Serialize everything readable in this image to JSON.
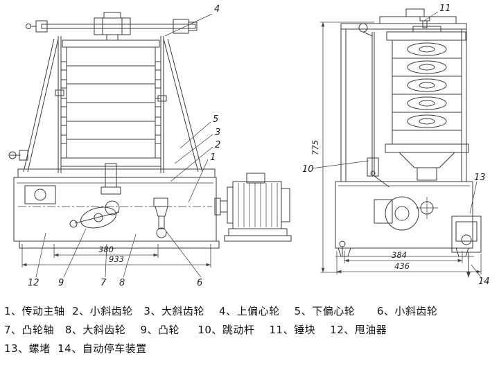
{
  "page": {
    "background": "#ffffff",
    "line_color": "#3a3a3a"
  },
  "front_view": {
    "callouts": {
      "c1": "1",
      "c2": "2",
      "c3": "3",
      "c4": "4",
      "c5": "5",
      "c6": "6",
      "c7": "7",
      "c8": "8",
      "c9": "9",
      "c12": "12"
    },
    "dimensions": {
      "inner_width": "380",
      "overall_width": "933"
    }
  },
  "side_view": {
    "callouts": {
      "c10": "10",
      "c11": "11",
      "c13": "13",
      "c14": "14"
    },
    "dimensions": {
      "overall_height": "775",
      "inner_width": "384",
      "overall_width": "436"
    }
  },
  "legend": {
    "lines": [
      "1、传动主轴  2、小斜齿轮   3、大斜齿轮    4、上偏心轮    5、下偏心轮      6、小斜齿轮",
      "7、凸轮轴   8、大斜齿轮    9、凸轮     10、跳动杆    11、锤块    12、甩油器",
      "13、螺堵  14、自动停车装置"
    ],
    "parts": [
      {
        "no": "1",
        "name": "传动主轴"
      },
      {
        "no": "2",
        "name": "小斜齿轮"
      },
      {
        "no": "3",
        "name": "大斜齿轮"
      },
      {
        "no": "4",
        "name": "上偏心轮"
      },
      {
        "no": "5",
        "name": "下偏心轮"
      },
      {
        "no": "6",
        "name": "小斜齿轮"
      },
      {
        "no": "7",
        "name": "凸轮轴"
      },
      {
        "no": "8",
        "name": "大斜齿轮"
      },
      {
        "no": "9",
        "name": "凸轮"
      },
      {
        "no": "10",
        "name": "跳动杆"
      },
      {
        "no": "11",
        "name": "锤块"
      },
      {
        "no": "12",
        "name": "甩油器"
      },
      {
        "no": "13",
        "name": "螺堵"
      },
      {
        "no": "14",
        "name": "自动停车装置"
      }
    ]
  }
}
